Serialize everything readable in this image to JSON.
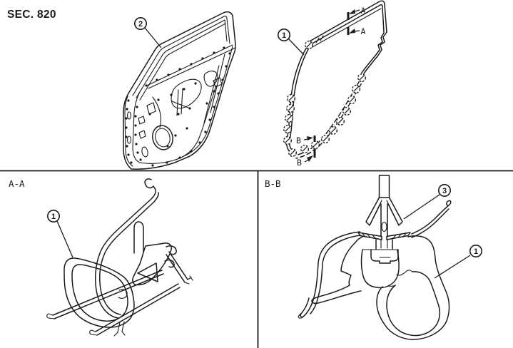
{
  "diagram": {
    "title": "SEC. 820",
    "background_color": "#ffffff",
    "line_color": "#1a1a1a"
  },
  "overview": {
    "door_callout": "2",
    "weatherstrip_callout": "1",
    "cut_a": {
      "label": "A"
    },
    "cut_b": {
      "label": "B"
    }
  },
  "sections": {
    "aa": {
      "label": "A-A",
      "weatherstrip_callout": "1"
    },
    "bb": {
      "label": "B-B",
      "clip_callout": "3",
      "weatherstrip_callout": "1"
    }
  }
}
